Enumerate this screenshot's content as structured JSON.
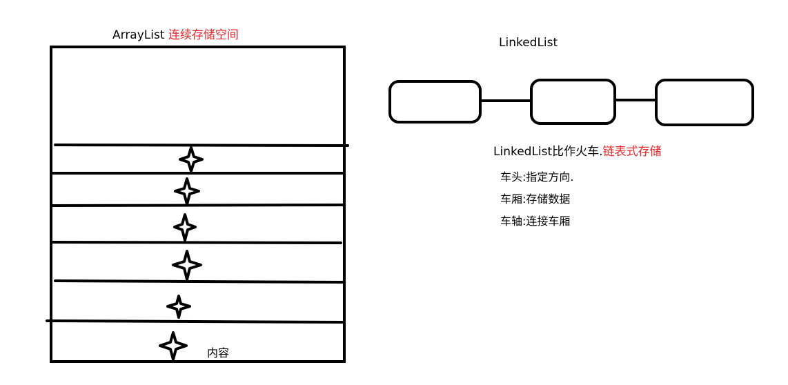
{
  "arraylist": {
    "name": "ArrayList",
    "note": "连续存储空间",
    "content_label": "内容"
  },
  "linkedlist": {
    "title": "LinkedList",
    "train_prefix": "LinkedList比作火车.",
    "train_highlight": "链表式存储",
    "notes": [
      "车头:指定方向.",
      "车厢:存储数据",
      "车轴:连接车厢"
    ]
  },
  "colors": {
    "ink": "#000000",
    "highlight": "#e8262a",
    "background": "#ffffff"
  }
}
